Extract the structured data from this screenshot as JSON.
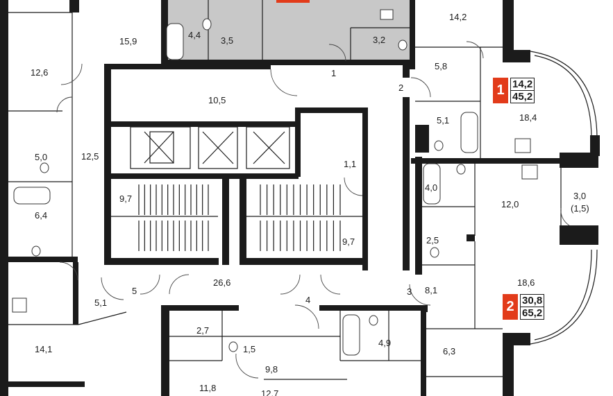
{
  "rooms": [
    {
      "id": "r1",
      "label": "14,2"
    },
    {
      "id": "r2",
      "label": "15,9"
    },
    {
      "id": "r3",
      "label": "12,6"
    },
    {
      "id": "r4",
      "label": "4,4"
    },
    {
      "id": "r5",
      "label": "3,5"
    },
    {
      "id": "r6",
      "label": "3,2"
    },
    {
      "id": "r7",
      "label": "5,8"
    },
    {
      "id": "r8",
      "label": "1"
    },
    {
      "id": "r9",
      "label": "2"
    },
    {
      "id": "r10",
      "label": "10,5"
    },
    {
      "id": "r11",
      "label": "5,1"
    },
    {
      "id": "r12",
      "label": "18,4"
    },
    {
      "id": "r13",
      "label": "5,0"
    },
    {
      "id": "r14",
      "label": "12,5"
    },
    {
      "id": "r15",
      "label": "1,1"
    },
    {
      "id": "r16",
      "label": "4,0"
    },
    {
      "id": "r17",
      "label": "12,0"
    },
    {
      "id": "r18",
      "label": "3,0"
    },
    {
      "id": "r19",
      "label": "(1,5)"
    },
    {
      "id": "r20",
      "label": "9,7"
    },
    {
      "id": "r21",
      "label": "6,4"
    },
    {
      "id": "r22",
      "label": "9,7"
    },
    {
      "id": "r23",
      "label": "2,5"
    },
    {
      "id": "r24",
      "label": "26,6"
    },
    {
      "id": "r25",
      "label": "18,6"
    },
    {
      "id": "r26",
      "label": "5"
    },
    {
      "id": "r27",
      "label": "3"
    },
    {
      "id": "r28",
      "label": "8,1"
    },
    {
      "id": "r29",
      "label": "5,1"
    },
    {
      "id": "r30",
      "label": "4"
    },
    {
      "id": "r31",
      "label": "2,7"
    },
    {
      "id": "r32",
      "label": "14,1"
    },
    {
      "id": "r33",
      "label": "4,9"
    },
    {
      "id": "r34",
      "label": "1,5"
    },
    {
      "id": "r35",
      "label": "6,3"
    },
    {
      "id": "r36",
      "label": "9,8"
    },
    {
      "id": "r37",
      "label": "11,8"
    },
    {
      "id": "r38",
      "label": "12,7"
    }
  ],
  "apartments": [
    {
      "number": "1",
      "living_area": "14,2",
      "total_area": "45,2"
    },
    {
      "number": "2",
      "living_area": "30,8",
      "total_area": "65,2"
    }
  ],
  "colors": {
    "wall": "#1b1b1b",
    "highlight_unit": "#c8c8c8",
    "tag": "#e23b1a"
  }
}
